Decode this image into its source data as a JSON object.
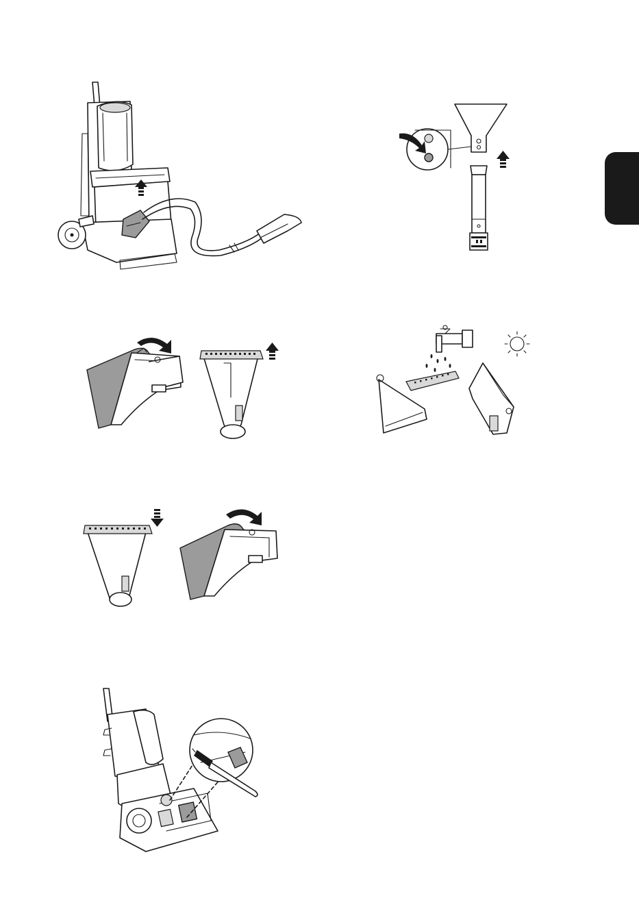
{
  "page": {
    "background": "#ffffff"
  },
  "language_tab": {
    "color": "#1a1a1a"
  },
  "illustrations": [
    {
      "name": "hose-removal",
      "icon": "upright-cleaner-with-hose"
    },
    {
      "name": "nozzle-detach",
      "icon": "nozzle-and-extension-tube"
    },
    {
      "name": "cover-open",
      "icon": "nozzle-cover-lift"
    },
    {
      "name": "rinse-and-dry",
      "icon": "faucet-sun-parts"
    },
    {
      "name": "cover-close",
      "icon": "nozzle-cover-refit"
    },
    {
      "name": "brush-cleaning",
      "icon": "cleaner-base-brush"
    }
  ],
  "colors": {
    "line": "#1a1a1a",
    "shade": "#9b9b9b",
    "light": "#d9d9d9"
  }
}
